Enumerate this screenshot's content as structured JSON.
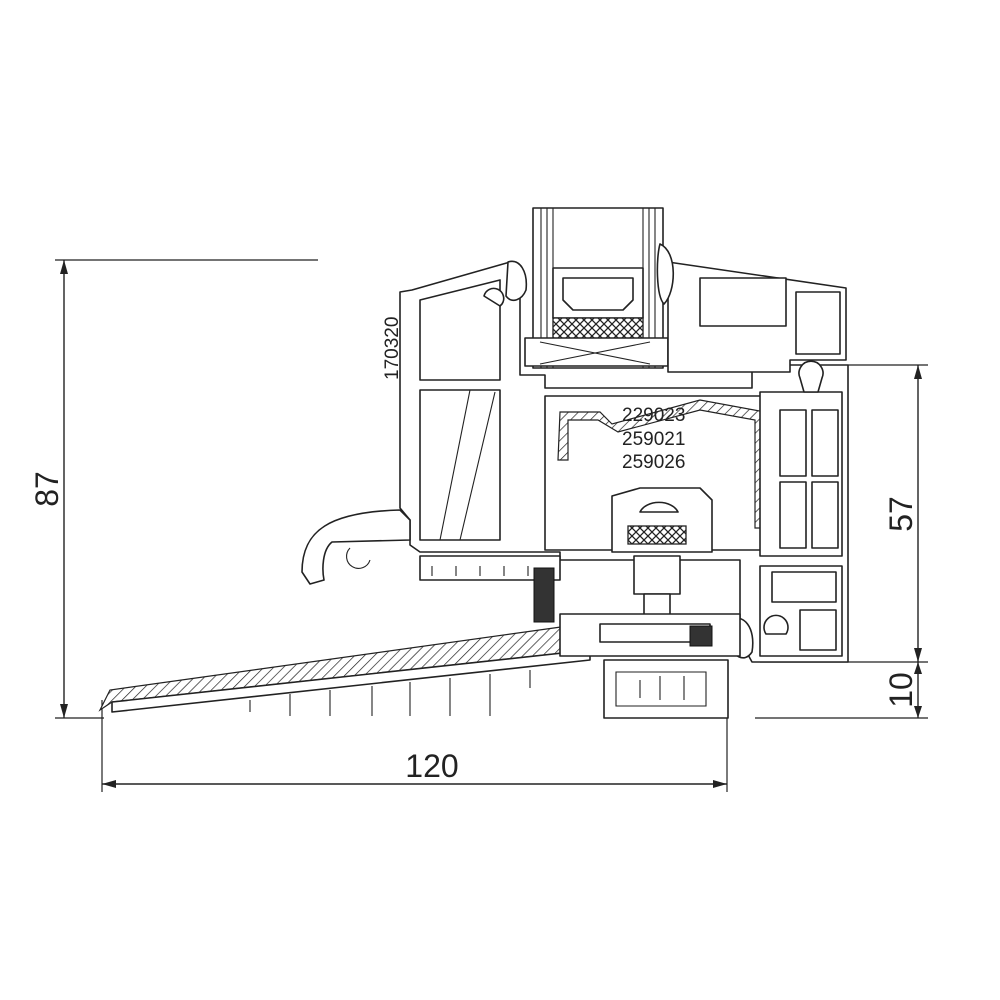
{
  "dimensions": {
    "total_height": "87",
    "frame_height": "57",
    "sill_height": "10",
    "total_width": "120"
  },
  "part_numbers": {
    "frame_profile": "170320",
    "reinforcement_1": "229023",
    "reinforcement_2": "259021",
    "reinforcement_3": "259026"
  },
  "colors": {
    "line": "#222222",
    "background": "#ffffff",
    "gasket": "#333333"
  }
}
